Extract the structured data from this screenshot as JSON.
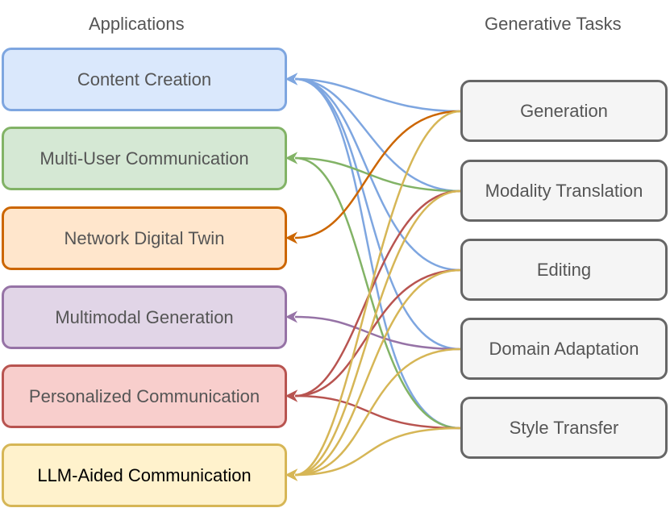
{
  "titles": {
    "applications": "Applications",
    "tasks": "Generative Tasks"
  },
  "applications": [
    {
      "label": "Content Creation",
      "fill": "#dae8fc",
      "stroke": "#7ea6e0"
    },
    {
      "label": "Multi-User Communication",
      "fill": "#d5e8d4",
      "stroke": "#82b366"
    },
    {
      "label": "Network Digital Twin",
      "fill": "#ffe6cc",
      "stroke": "#cc6600"
    },
    {
      "label": "Multimodal Generation",
      "fill": "#e1d5e7",
      "stroke": "#9673a6"
    },
    {
      "label": "Personalized Communication",
      "fill": "#f8cecc",
      "stroke": "#b85450"
    },
    {
      "label": "LLM-Aided Communication",
      "fill": "#fff2cc",
      "stroke": "#d6b656",
      "text_color": "#000000"
    }
  ],
  "tasks": [
    {
      "label": "Generation"
    },
    {
      "label": "Modality Translation"
    },
    {
      "label": "Editing"
    },
    {
      "label": "Domain Adaptation"
    },
    {
      "label": "Style Transfer"
    }
  ],
  "links": [
    {
      "app": 0,
      "tasks": [
        0,
        1,
        2,
        3,
        4
      ]
    },
    {
      "app": 1,
      "tasks": [
        1,
        4
      ]
    },
    {
      "app": 2,
      "tasks": [
        0
      ]
    },
    {
      "app": 3,
      "tasks": [
        3
      ]
    },
    {
      "app": 4,
      "tasks": [
        1,
        2,
        4
      ]
    },
    {
      "app": 5,
      "tasks": [
        0,
        1,
        2,
        3,
        4
      ]
    }
  ]
}
